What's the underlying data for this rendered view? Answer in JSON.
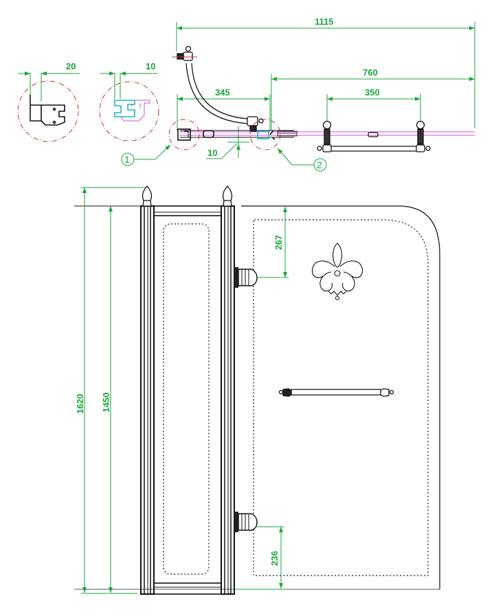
{
  "drawing": {
    "type": "technical-drawing",
    "subject": "bath screen, top plan view and front elevation",
    "colors": {
      "dimension": "#1aa53a",
      "glass": "#d24fd8",
      "detail_circle": "#c0302f",
      "profile_highlight": "#19b7c9",
      "ink": "#111111"
    },
    "plan_view": {
      "dimensions": {
        "overall_width": "1115",
        "sliding_panel_width": "760",
        "fixed_panel_width": "345",
        "handle_centers": "350",
        "glass_thickness": "10"
      },
      "callouts": [
        {
          "label": "1"
        },
        {
          "label": "2"
        }
      ]
    },
    "details": [
      {
        "id": "detail-1",
        "dimension": "20"
      },
      {
        "id": "detail-2",
        "dimension": "10"
      }
    ],
    "elevation": {
      "dimensions": {
        "overall_height": "1620",
        "panel_height": "1450",
        "top_hinge_offset": "267",
        "bottom_hinge_offset": "236"
      }
    }
  }
}
